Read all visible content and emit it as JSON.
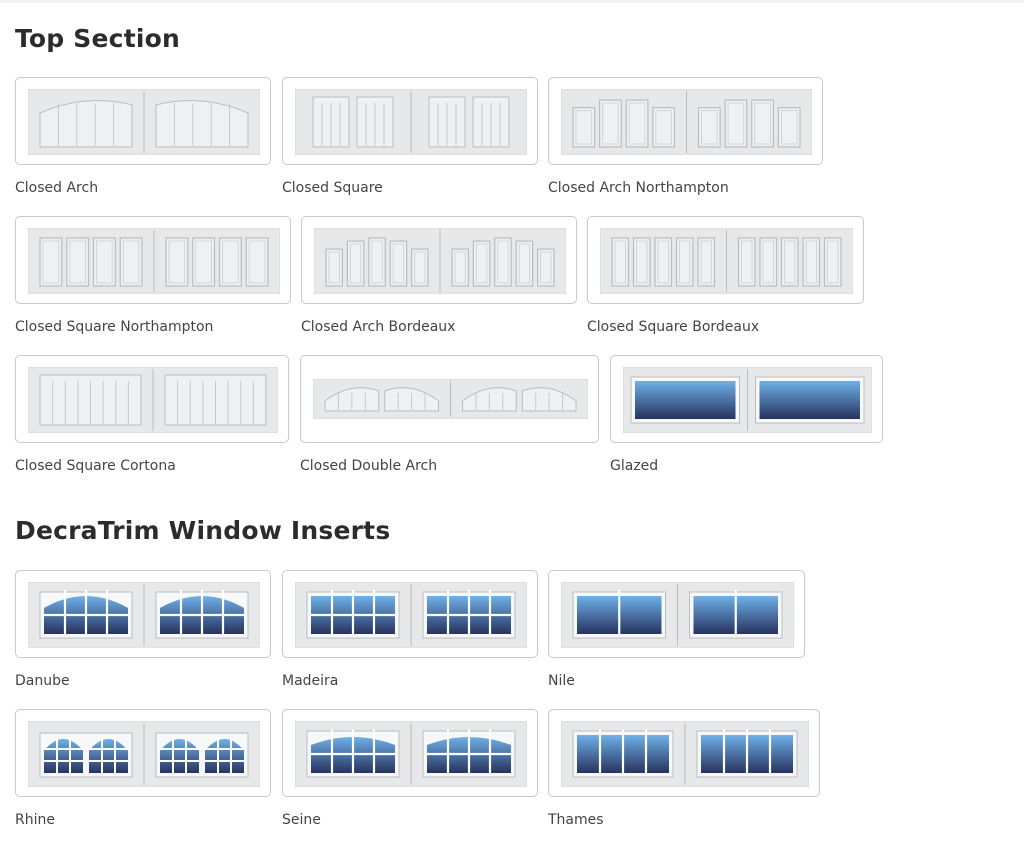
{
  "sections": [
    {
      "title": "Top Section",
      "items": [
        {
          "label": "Closed Arch",
          "style": "arch-boards"
        },
        {
          "label": "Closed Square",
          "style": "square-boards"
        },
        {
          "label": "Closed Arch Northampton",
          "style": "arch-panels"
        },
        {
          "label": "Closed Square Northampton",
          "style": "square-panels"
        },
        {
          "label": "Closed Arch Bordeaux",
          "style": "arch-panels-bordeaux"
        },
        {
          "label": "Closed Square Bordeaux",
          "style": "square-panels-bordeaux"
        },
        {
          "label": "Closed Square Cortona",
          "style": "square-cortona"
        },
        {
          "label": "Closed Double Arch",
          "style": "double-arch"
        },
        {
          "label": "Glazed",
          "style": "glazed"
        }
      ]
    },
    {
      "title": "DecraTrim Window Inserts",
      "items": [
        {
          "label": "Danube",
          "style": "danube"
        },
        {
          "label": "Madeira",
          "style": "madeira"
        },
        {
          "label": "Nile",
          "style": "nile"
        },
        {
          "label": "Rhine",
          "style": "rhine"
        },
        {
          "label": "Seine",
          "style": "seine"
        },
        {
          "label": "Thames",
          "style": "thames"
        }
      ]
    }
  ],
  "colors": {
    "panel": "#e6e8ea",
    "panel_edge": "#b9bcc0",
    "glass_light": "#6fb0e8",
    "glass_dark": "#27335e"
  }
}
